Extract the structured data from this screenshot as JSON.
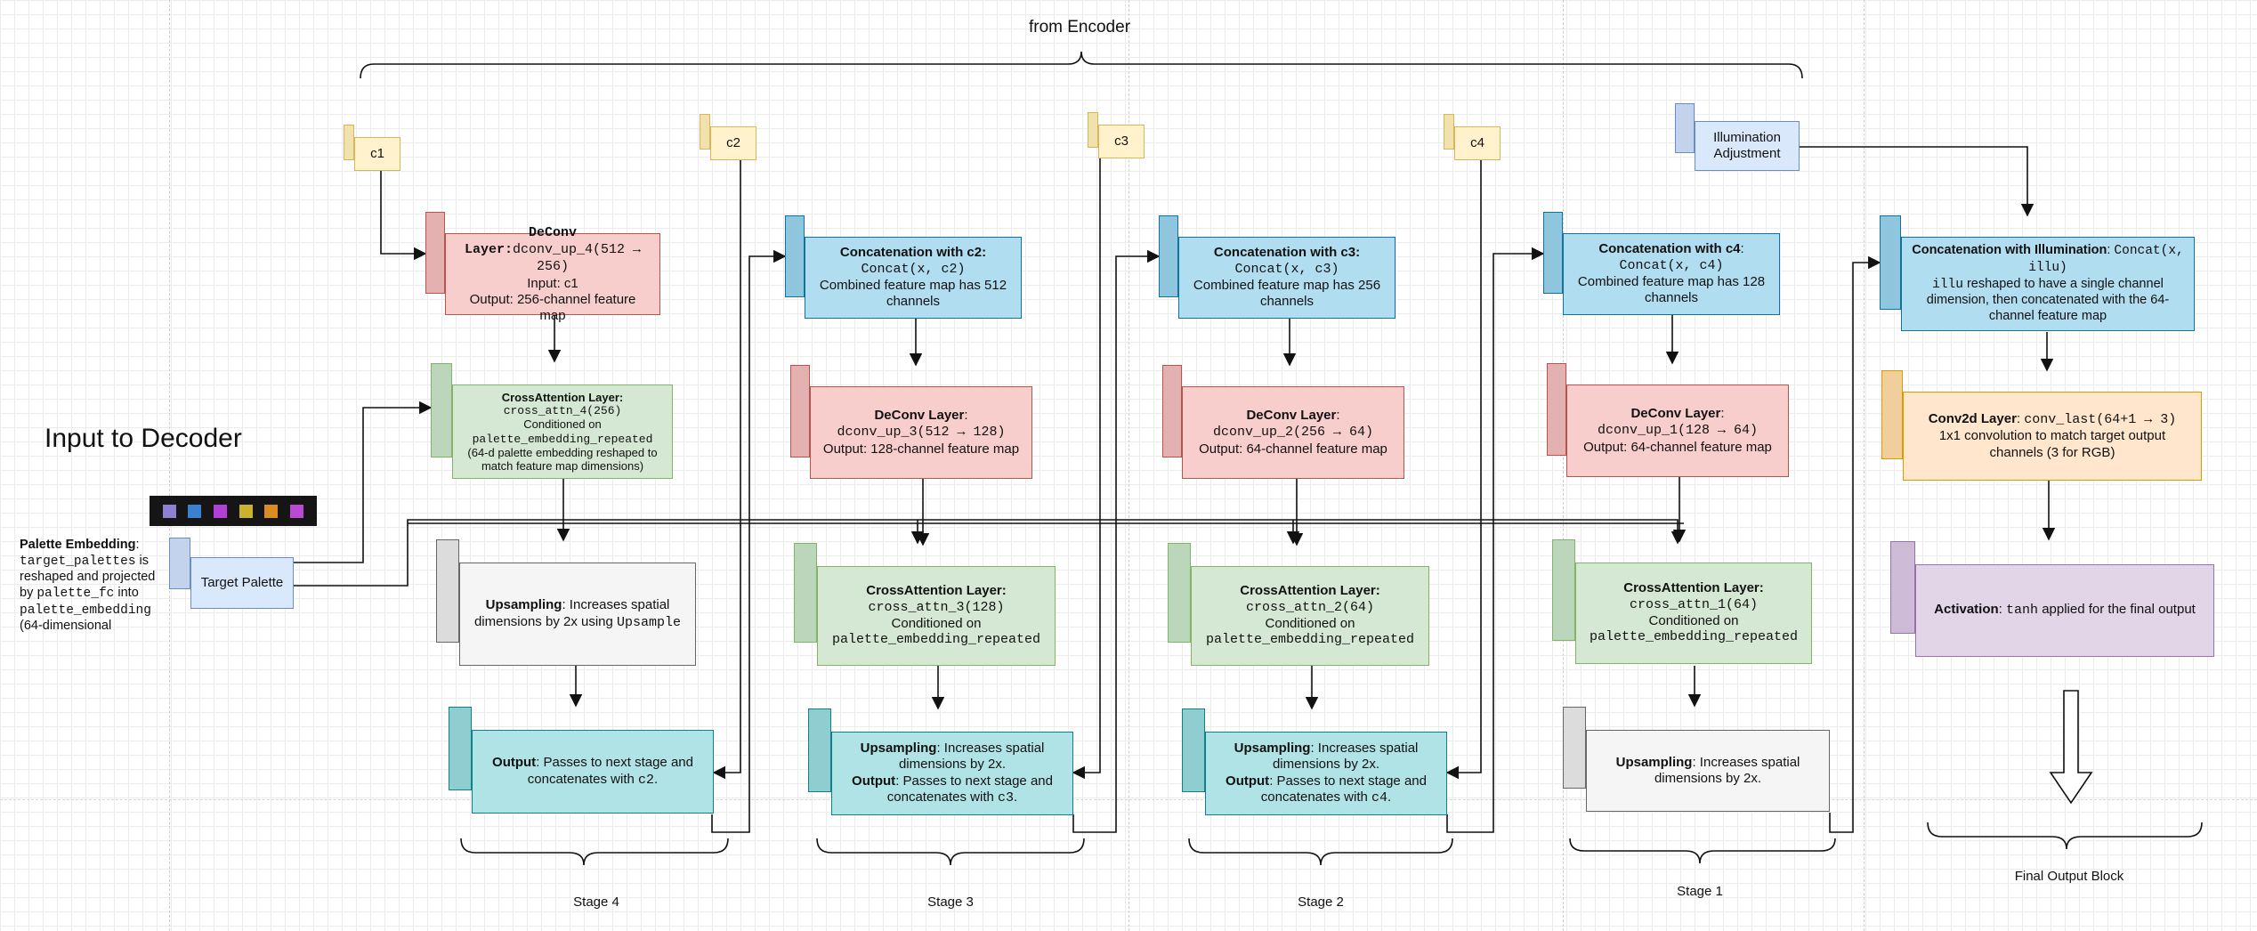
{
  "from_encoder": "from Encoder",
  "input_to_decoder": "Input to Decoder",
  "skips": {
    "c1": "c1",
    "c2": "c2",
    "c3": "c3",
    "c4": "c4"
  },
  "illumination": {
    "line1": "Illumination",
    "line2": "Adjustment"
  },
  "target_palette": "Target Palette",
  "palette_embedding": {
    "title": "Palette Embedding",
    "code1": "target_palettes",
    "text1": " is reshaped and projected by ",
    "code2": "palette_fc",
    "text2": " into",
    "code3": "palette_embedding",
    "text3": "(64-dimensional"
  },
  "swatch_colors": [
    "#8f7fd0",
    "#3a82d0",
    "#b23fd6",
    "#c9b32e",
    "#d88c22",
    "#b84bd2"
  ],
  "stage4": {
    "deconv": {
      "title": "DeConv Layer:",
      "code": "dconv_up_4(512 → 256)",
      "input": "Input: c1",
      "output": "Output: 256-channel feature map"
    },
    "crossattn": {
      "title": "CrossAttention Layer:",
      "code": "cross_attn_4(256)",
      "cond": "Conditioned on",
      "code2": "palette_embedding_repeated",
      "note": "(64-d palette embedding reshaped to match feature map dimensions)"
    },
    "upsample": {
      "title": "Upsampling",
      "text": ": Increases spatial dimensions by 2x using ",
      "code": "Upsample"
    },
    "output": {
      "title": "Output",
      "text": ": Passes to next stage and concatenates with ",
      "code": "c2",
      "end": "."
    },
    "label": "Stage 4"
  },
  "stage3": {
    "concat": {
      "title": "Concatenation with c2:",
      "code": "Concat(x, c2)",
      "text": "Combined feature map has 512 channels"
    },
    "deconv": {
      "title": "DeConv Layer",
      "code": "dconv_up_3(512 → 128)",
      "output": "Output: 128-channel feature map"
    },
    "crossattn": {
      "title": "CrossAttention Layer:",
      "code": "cross_attn_3(128)",
      "cond": "Conditioned on",
      "code2": "palette_embedding_repeated"
    },
    "upsample": {
      "title": "Upsampling",
      "text": ": Increases spatial dimensions by 2x.",
      "out_title": "Output",
      "out_text": ": Passes to next stage and concatenates with ",
      "code": "c3",
      "end": "."
    },
    "label": "Stage 3"
  },
  "stage2": {
    "concat": {
      "title": "Concatenation with c3:",
      "code": "Concat(x, c3)",
      "text": "Combined feature map has 256 channels"
    },
    "deconv": {
      "title": "DeConv Layer",
      "code": "dconv_up_2(256 → 64)",
      "output": "Output: 64-channel feature map"
    },
    "crossattn": {
      "title": "CrossAttention Layer:",
      "code": "cross_attn_2(64)",
      "cond": "Conditioned on",
      "code2": "palette_embedding_repeated"
    },
    "upsample": {
      "title": "Upsampling",
      "text": ": Increases spatial dimensions by 2x.",
      "out_title": "Output",
      "out_text": ": Passes to next stage and concatenates with ",
      "code": "c4",
      "end": "."
    },
    "label": "Stage 2"
  },
  "stage1": {
    "concat": {
      "title": "Concatenation with c4",
      "code": "Concat(x, c4)",
      "text": "Combined feature map has 128 channels"
    },
    "deconv": {
      "title": "DeConv Layer",
      "code": "dconv_up_1(128 → 64)",
      "output": "Output: 64-channel feature map"
    },
    "crossattn": {
      "title": "CrossAttention Layer:",
      "code": "cross_attn_1(64)",
      "cond": "Conditioned on",
      "code2": "palette_embedding_repeated"
    },
    "upsample": {
      "title": "Upsampling",
      "text": ": Increases spatial dimensions by 2x."
    },
    "label": "Stage 1"
  },
  "final": {
    "concat": {
      "title": "Concatenation with Illumination",
      "code": "Concat(x, illu)",
      "code2": "illu",
      "text": " reshaped to have a single channel dimension, then concatenated with the 64-channel feature map"
    },
    "conv": {
      "title": "Conv2d Layer",
      "code": "conv_last(64+1 → 3)",
      "text": "1x1 convolution to match target output channels (3 for RGB)"
    },
    "activation": {
      "title": "Activation",
      "code": "tanh",
      "text": " applied for the final output"
    },
    "label": "Final Output Block"
  },
  "colors": {
    "red_face": "#f8cecc",
    "red_border": "#b85450",
    "green_face": "#d5e8d4",
    "green_border": "#82b366",
    "blue_face": "#b1ddf0",
    "blue_border": "#10739e",
    "teal_face": "#b0e3e6",
    "teal_border": "#0e8088",
    "gray_face": "#f5f5f5",
    "gray_border": "#666666",
    "yellow_face": "#fff2cc",
    "yellow_border": "#d6b656",
    "orange_face": "#ffe6cc",
    "orange_border": "#d79b00",
    "purple_face": "#e1d5e7",
    "purple_border": "#9673a6",
    "lightblue_face": "#dae8fc",
    "lightblue_border": "#6c8ebf"
  }
}
